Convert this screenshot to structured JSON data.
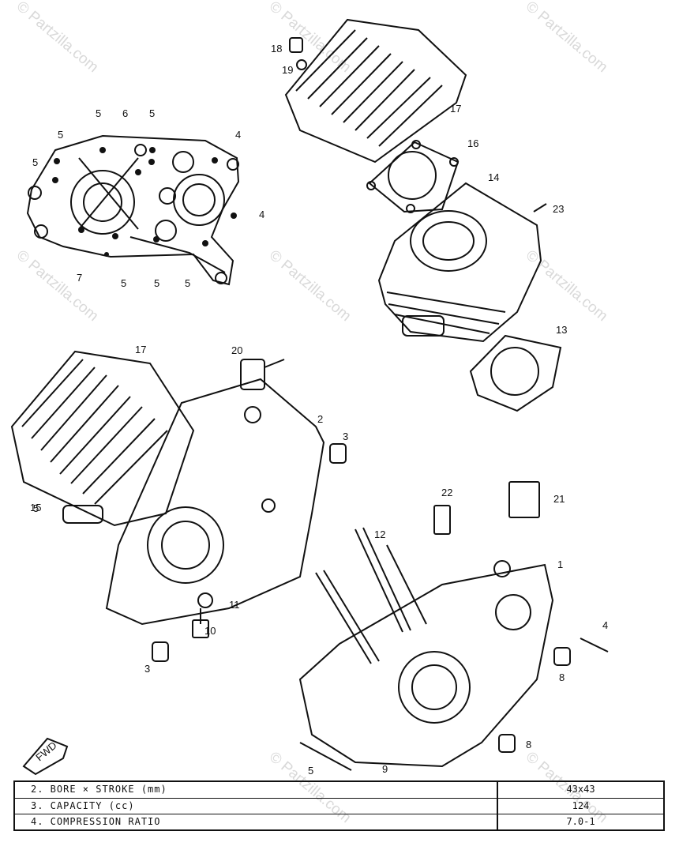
{
  "watermarks": [
    "© Partzilla.com",
    "© Partzilla.com",
    "© Partzilla.com",
    "© Partzilla.com",
    "© Partzilla.com",
    "© Partzilla.com",
    "© Partzilla.com",
    "© Partzilla.com"
  ],
  "callouts": [
    "1",
    "2",
    "3",
    "3",
    "4",
    "4",
    "4",
    "5",
    "5",
    "5",
    "5",
    "5",
    "5",
    "5",
    "5",
    "5",
    "6",
    "7",
    "8",
    "8",
    "9",
    "10",
    "11",
    "12",
    "13",
    "14",
    "15",
    "16",
    "17",
    "17",
    "18",
    "19",
    "20",
    "21",
    "22",
    "23"
  ],
  "fwd_label": "FWD",
  "specs": [
    {
      "label": "2.   BORE × STROKE  (mm)",
      "value": "43x43"
    },
    {
      "label": "3.   CAPACITY (cc)",
      "value": "124"
    },
    {
      "label": "4.   COMPRESSION RATIO",
      "value": "7.0-1"
    }
  ]
}
